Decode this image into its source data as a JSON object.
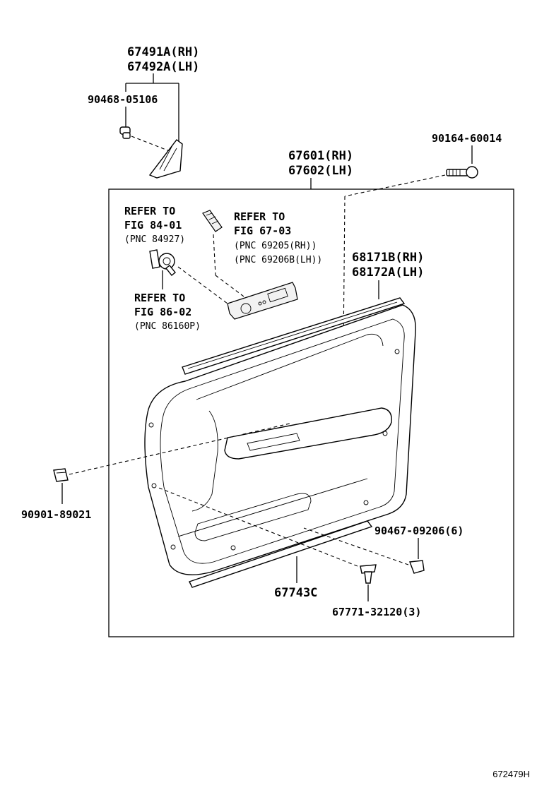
{
  "labels": {
    "cover_rh": "67491A(RH)",
    "cover_lh": "67492A(LH)",
    "cover_screw": "90468-05106",
    "board_rh": "67601(RH)",
    "board_lh": "67602(LH)",
    "bolt": "90164-60014",
    "ref1_line1": "REFER TO",
    "ref1_line2": "FIG 84-01",
    "ref1_line3": "(PNC 84927)",
    "ref2_line1": "REFER TO",
    "ref2_line2": "FIG 67-03",
    "ref2_line3": "(PNC 69205(RH))",
    "ref2_line4": "(PNC 69206B(LH))",
    "ref3_line1": "REFER TO",
    "ref3_line2": "FIG 86-02",
    "ref3_line3": "(PNC 86160P)",
    "weatherstrip_rh": "68171B(RH)",
    "weatherstrip_lh": "68172A(LH)",
    "clip_left": "90901-89021",
    "clip_right": "90467-09206(6)",
    "lower_trim": "67743C",
    "clip_bottom": "67771-32120(3)"
  },
  "figure_code": "672479H"
}
